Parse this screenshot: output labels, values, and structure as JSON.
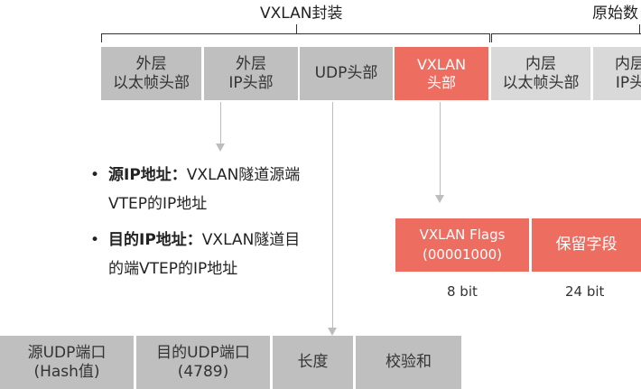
{
  "header": {
    "vxlan_encap": "VXLAN封装",
    "original": "原始数"
  },
  "top_fields": [
    {
      "line1": "外层",
      "line2": "以太帧头部"
    },
    {
      "line1": "外层",
      "line2": "IP头部"
    },
    {
      "line1": "UDP头部",
      "line2": ""
    },
    {
      "line1": "VXLAN",
      "line2": "头部"
    },
    {
      "line1": "内层",
      "line2": "以太帧头部"
    },
    {
      "line1": "内层",
      "line2": "IP头"
    }
  ],
  "ip_bullets": [
    {
      "title": "源IP地址",
      "sep": "：",
      "text": "VXLAN隧道源端VTEP的IP地址"
    },
    {
      "title": "目的IP地址",
      "sep": "：",
      "text": "VXLAN隧道目的端VTEP的IP地址"
    }
  ],
  "vxlan_fields": [
    {
      "line1": "VXLAN Flags",
      "line2": "(00001000)",
      "bits": "8 bit"
    },
    {
      "line1": "保留字段",
      "line2": "",
      "bits": "24 bit"
    }
  ],
  "udp_fields": [
    {
      "line1": "源UDP端口",
      "line2": "(Hash值)"
    },
    {
      "line1": "目的UDP端口",
      "line2": "(4789)"
    },
    {
      "line1": "长度",
      "line2": ""
    },
    {
      "line1": "校验和",
      "line2": ""
    }
  ],
  "colors": {
    "gray_dark": "#bfbfbf",
    "gray_light": "#d9d9d9",
    "accent_red": "#ee6d61",
    "arrow": "#bdbdbd"
  }
}
